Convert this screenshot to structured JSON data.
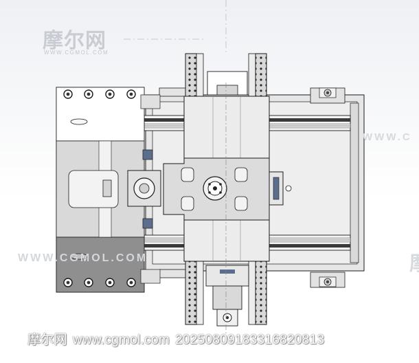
{
  "watermark": {
    "logo_text": "摩尔网",
    "logo_subtext": "WWW.CGMOL.COM",
    "row_text": "WWW.CGMOL.COM",
    "right_text": "WWW.C",
    "right_logo_text": "摩"
  },
  "footer": {
    "site_name": "摩尔网",
    "url": "www.cgmol.com",
    "id_number": "20250809183316820813"
  },
  "colors": {
    "outline": "#1a1a1a",
    "steel_light": "#e9e9e9",
    "steel_mid": "#d0d0d0",
    "steel_dark": "#8c8c8c",
    "rail_dark": "#3a3a3a",
    "accent_blue": "#5b6f8c"
  }
}
